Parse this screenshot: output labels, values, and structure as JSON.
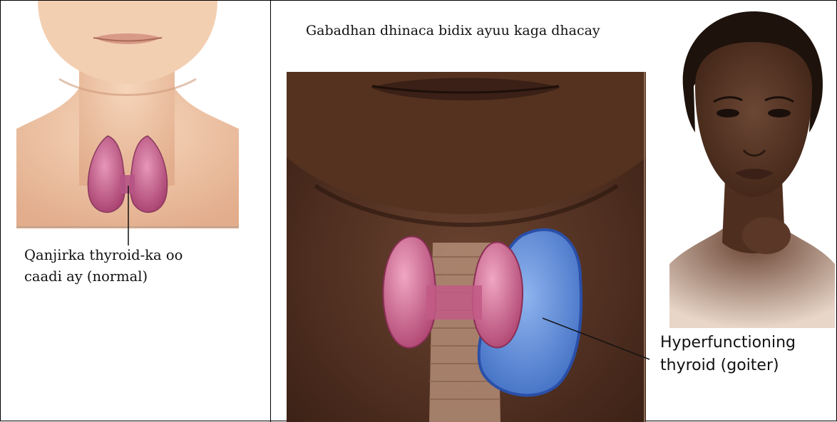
{
  "normal_panel": {
    "caption_line1": "Qanjirka thyroid-ka oo",
    "caption_line2": "caadi ay (normal)"
  },
  "goiter_panel": {
    "heading": "Gabadhan dhinaca bidix ayuu kaga dhacay",
    "caption_line1": "Hyperfunctioning",
    "caption_line2": "thyroid (goiter)"
  },
  "colors": {
    "skin_light": "#f0c8a8",
    "skin_dark": "#4a2a1c",
    "thyroid_normal": "#c65a8a",
    "thyroid_goiter": "#4f7fd0"
  }
}
